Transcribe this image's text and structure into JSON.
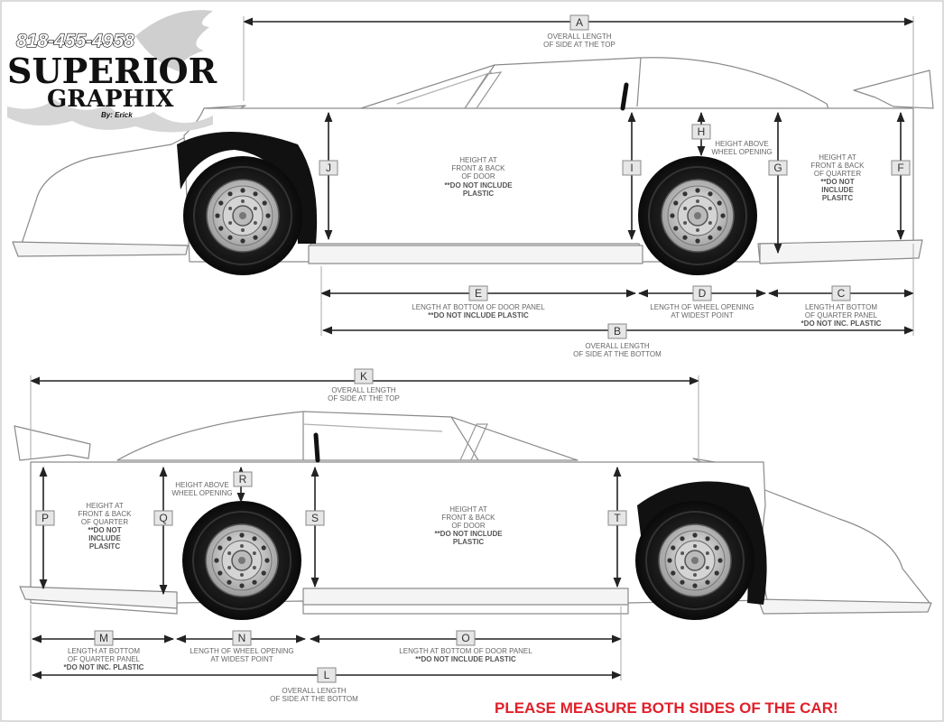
{
  "logo": {
    "phone": "818-455-4958",
    "brand_line1": "SUPERIOR",
    "brand_line2": "GRAPHIX",
    "brand_line3": "By: Erick"
  },
  "notice": "PLEASE MEASURE BOTH SIDES OF THE CAR!",
  "top_car": {
    "A": {
      "letter": "A",
      "lines": [
        "OVERALL LENGTH",
        "OF SIDE AT THE TOP"
      ]
    },
    "B": {
      "letter": "B",
      "lines": [
        "OVERALL LENGTH",
        "OF SIDE AT THE BOTTOM"
      ]
    },
    "C": {
      "letter": "C",
      "lines": [
        "LENGTH AT BOTTOM",
        "OF QUARTER PANEL"
      ],
      "note": "*DO NOT INC. PLASTIC"
    },
    "D": {
      "letter": "D",
      "lines": [
        "LENGTH OF WHEEL OPENING",
        "AT WIDEST POINT"
      ]
    },
    "E": {
      "letter": "E",
      "lines": [
        "LENGTH AT BOTTOM OF DOOR PANEL"
      ],
      "note": "**DO NOT INCLUDE PLASTIC"
    },
    "F": {
      "letter": "F"
    },
    "G": {
      "letter": "G",
      "lines": [
        "HEIGHT AT",
        "FRONT & BACK",
        "OF QUARTER"
      ],
      "notes": [
        "**DO NOT",
        "INCLUDE",
        "PLASITC"
      ]
    },
    "H": {
      "letter": "H",
      "lines": [
        "HEIGHT ABOVE",
        "WHEEL  OPENING"
      ]
    },
    "I": {
      "letter": "I",
      "lines": [
        "HEIGHT AT",
        "FRONT & BACK",
        "OF DOOR"
      ],
      "notes": [
        "**DO NOT INCLUDE",
        "PLASTIC"
      ]
    },
    "J": {
      "letter": "J"
    }
  },
  "bottom_car": {
    "K": {
      "letter": "K",
      "lines": [
        "OVERALL LENGTH",
        "OF SIDE AT THE TOP"
      ]
    },
    "L": {
      "letter": "L",
      "lines": [
        "OVERALL LENGTH",
        "OF SIDE AT THE BOTTOM"
      ]
    },
    "M": {
      "letter": "M",
      "lines": [
        "LENGTH AT BOTTOM",
        "OF QUARTER PANEL"
      ],
      "note": "*DO NOT INC. PLASTIC"
    },
    "N": {
      "letter": "N",
      "lines": [
        "LENGTH OF WHEEL OPENING",
        "AT WIDEST POINT"
      ]
    },
    "O": {
      "letter": "O",
      "lines": [
        "LENGTH AT BOTTOM OF DOOR PANEL"
      ],
      "note": "**DO NOT INCLUDE PLASTIC"
    },
    "P": {
      "letter": "P"
    },
    "Q": {
      "letter": "Q",
      "lines": [
        "HEIGHT AT",
        "FRONT & BACK",
        "OF QUARTER"
      ],
      "notes": [
        "**DO NOT",
        "INCLUDE",
        "PLASITC"
      ]
    },
    "R": {
      "letter": "R",
      "lines": [
        "HEIGHT ABOVE",
        "WHEEL  OPENING"
      ]
    },
    "S": {
      "letter": "S"
    },
    "T": {
      "letter": "T",
      "lines": [
        "HEIGHT AT",
        "FRONT & BACK",
        "OF DOOR"
      ],
      "notes": [
        "**DO NOT INCLUDE",
        "PLASTIC"
      ]
    }
  }
}
